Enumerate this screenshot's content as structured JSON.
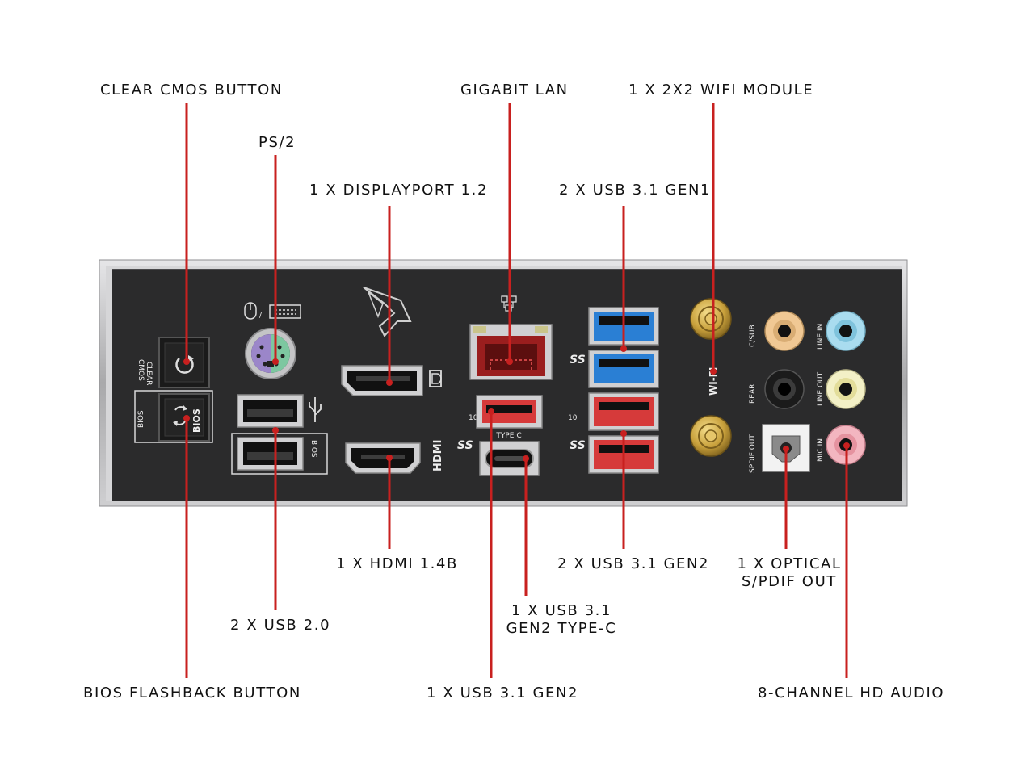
{
  "callouts": {
    "clear_cmos": "CLEAR CMOS BUTTON",
    "ps2": "PS/2",
    "displayport": "1 X DISPLAYPORT 1.2",
    "gigabit_lan": "GIGABIT LAN",
    "usb31_gen1": "2 X USB 3.1 GEN1",
    "wifi_module": "1 X 2X2 WIFI MODULE",
    "hdmi": "1 X HDMI 1.4B",
    "usb31_gen2_typec_line1": "1 X USB 3.1",
    "usb31_gen2_typec_line2": "GEN2 TYPE-C",
    "usb31_gen2_pair": "2 X USB 3.1 GEN2",
    "optical_line1": "1 X OPTICAL",
    "optical_line2": "S/PDIF OUT",
    "usb20": "2 X USB 2.0",
    "bios_flashback": "BIOS FLASHBACK BUTTON",
    "usb31_gen2_single": "1 X USB 3.1 GEN2",
    "hd_audio": "8-CHANNEL HD AUDIO"
  },
  "panel_labels": {
    "clear": "CLEAR",
    "cmos": "CMOS",
    "bios_side": "BIOS",
    "bios_button": "BIOS",
    "bios_usb": "BIOS",
    "hdmi": "HDMI",
    "type_c": "TYPE C",
    "wifi": "WI-FI",
    "c_sub": "C/SUB",
    "rear": "REAR",
    "spdif_out": "SPDIF OUT",
    "line_in": "LINE IN",
    "line_out": "LINE OUT",
    "mic_in": "MIC IN",
    "ss": "SS",
    "ss10": "10"
  },
  "colors": {
    "leader": "#c8201f",
    "panel": "#2b2b2c",
    "frame": "#b9b9bb",
    "usb_gen1": "#2a7fd4",
    "usb_gen2": "#d63a3a",
    "lan": "#9a1e1e",
    "gold": "#c9a13c"
  },
  "icons": [
    "mouse-icon",
    "keyboard-icon",
    "network-icon",
    "usb-trident-icon",
    "displayport-icon",
    "rog-logo",
    "reset-icon",
    "flash-icon"
  ]
}
